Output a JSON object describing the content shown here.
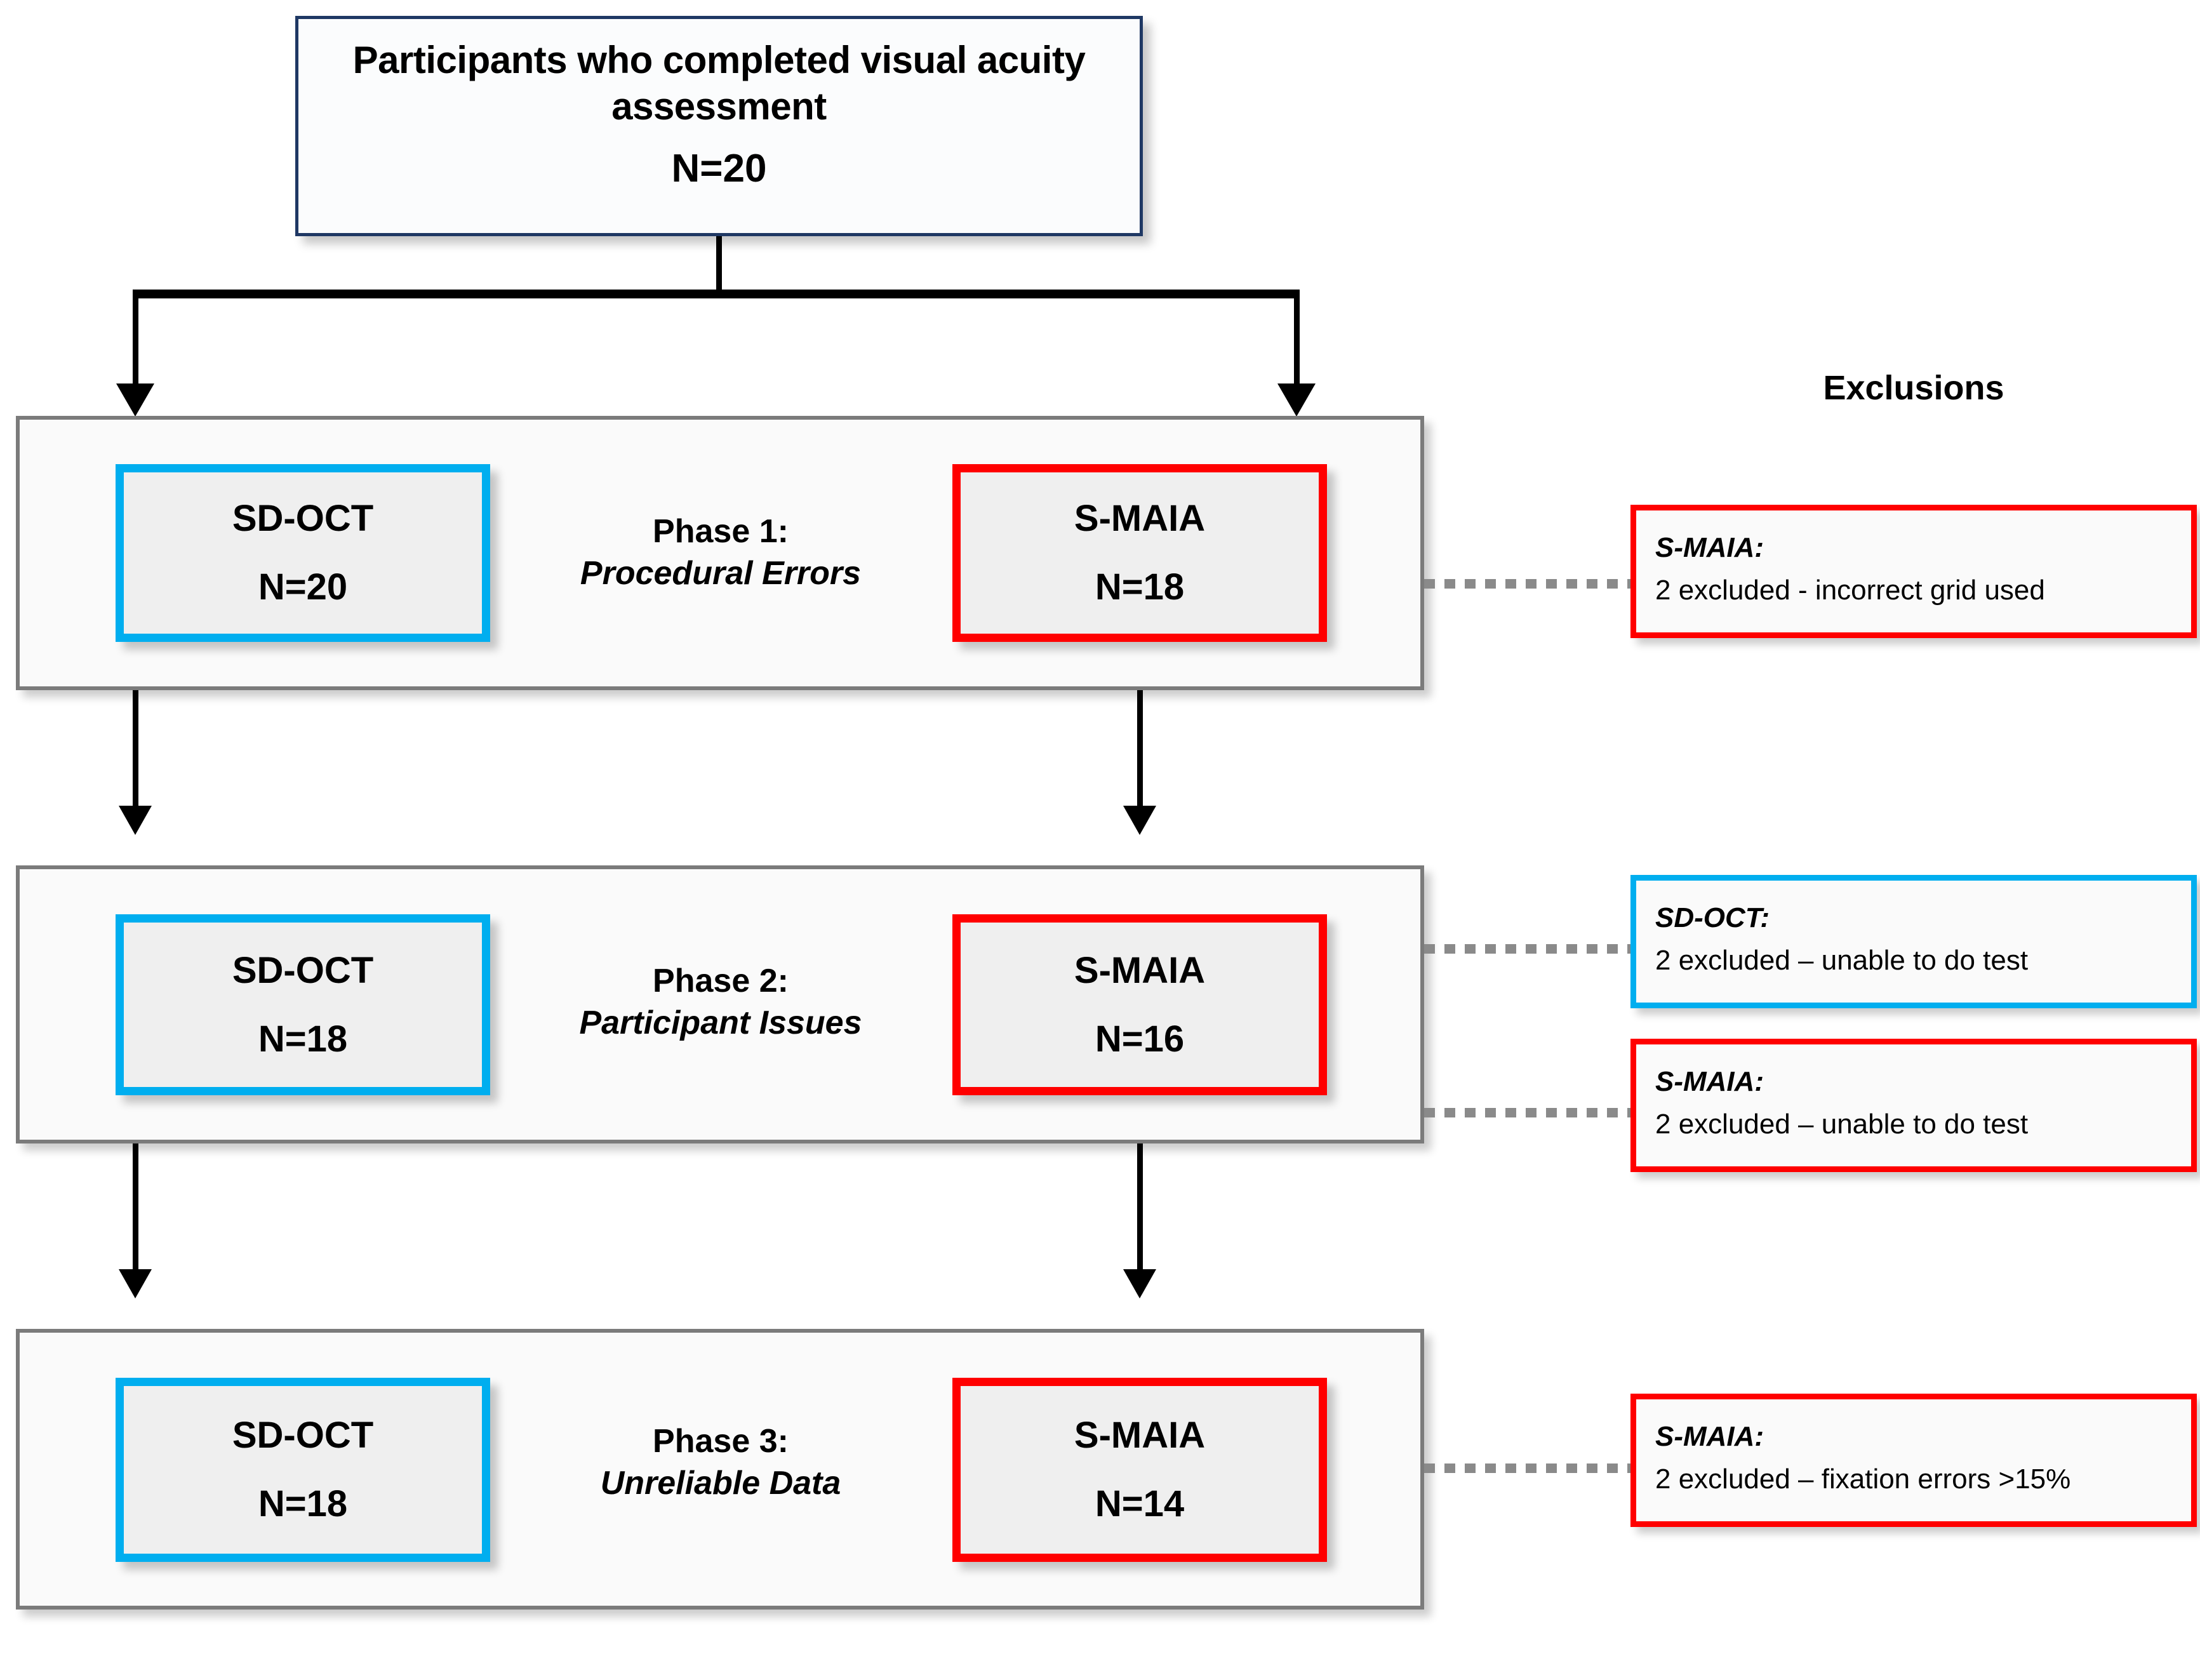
{
  "top_node": {
    "line1": "Participants who completed visual acuity",
    "line2": "assessment",
    "count": "N=20"
  },
  "exclusions_heading": "Exclusions",
  "colors": {
    "sd_oct_accent": "#00AEEF",
    "s_maia_accent": "#FF0000",
    "top_node_border": "#1F3864",
    "phase_container_border": "#7B7B7B",
    "node_fill": "#EFEFEF",
    "dashed_link": "#8A8A8A"
  },
  "phases": [
    {
      "title": "Phase 1:",
      "subtitle": "Procedural Errors",
      "sd_oct": {
        "name": "SD-OCT",
        "count": "N=20"
      },
      "s_maia": {
        "name": "S-MAIA",
        "count": "N=18"
      }
    },
    {
      "title": "Phase 2:",
      "subtitle": "Participant Issues",
      "sd_oct": {
        "name": "SD-OCT",
        "count": "N=18"
      },
      "s_maia": {
        "name": "S-MAIA",
        "count": "N=16"
      }
    },
    {
      "title": "Phase 3:",
      "subtitle": "Unreliable Data",
      "sd_oct": {
        "name": "SD-OCT",
        "count": "N=18"
      },
      "s_maia": {
        "name": "S-MAIA",
        "count": "N=14"
      }
    }
  ],
  "exclusion_boxes": [
    {
      "who": "S-MAIA:",
      "text": "2 excluded - incorrect grid used",
      "accent": "red",
      "phase": "Phase 1:"
    },
    {
      "who": "SD-OCT:",
      "text": "2 excluded – unable to do test",
      "accent": "blue",
      "phase": "Phase 2:"
    },
    {
      "who": "S-MAIA:",
      "text": "2 excluded – unable to do test",
      "accent": "red",
      "phase": "Phase 2:"
    },
    {
      "who": "S-MAIA:",
      "text": "2 excluded –  fixation errors >15%",
      "accent": "red",
      "phase": "Phase 3:"
    }
  ]
}
